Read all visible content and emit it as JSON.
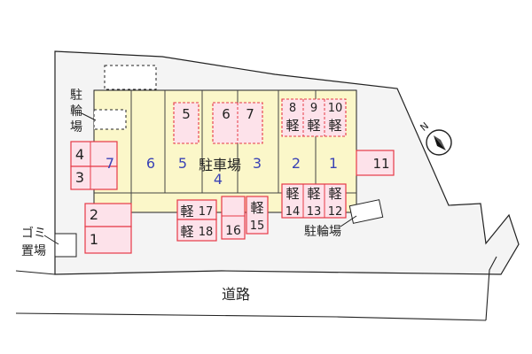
{
  "labels": {
    "bicycle_parking_1": [
      "駐",
      "輪",
      "場"
    ],
    "bicycle_parking_2": "駐輪場",
    "garbage": [
      "ゴミ",
      "置場"
    ],
    "parking_lot": "駐車場",
    "road": "道路",
    "north": "N"
  },
  "kei": "軽",
  "lot_numbers_blue": [
    "7",
    "6",
    "5",
    "4",
    "3",
    "2",
    "1"
  ],
  "spaces": {
    "s1": "1",
    "s2": "2",
    "s3": "3",
    "s4": "4",
    "s5": "5",
    "s6": "6",
    "s7": "7",
    "s8": "8",
    "s9": "9",
    "s10": "10",
    "s11": "11",
    "s12": "12",
    "s13": "13",
    "s14": "14",
    "s15": "15",
    "s16": "16",
    "s17": "17",
    "s18": "18"
  },
  "colors": {
    "parking_fill": "#fbf7c9",
    "pink_fill": "#fde2ea",
    "red_outline": "#e63946",
    "blue_text": "#3a43b5",
    "land_fill": "#f4f4f4"
  }
}
